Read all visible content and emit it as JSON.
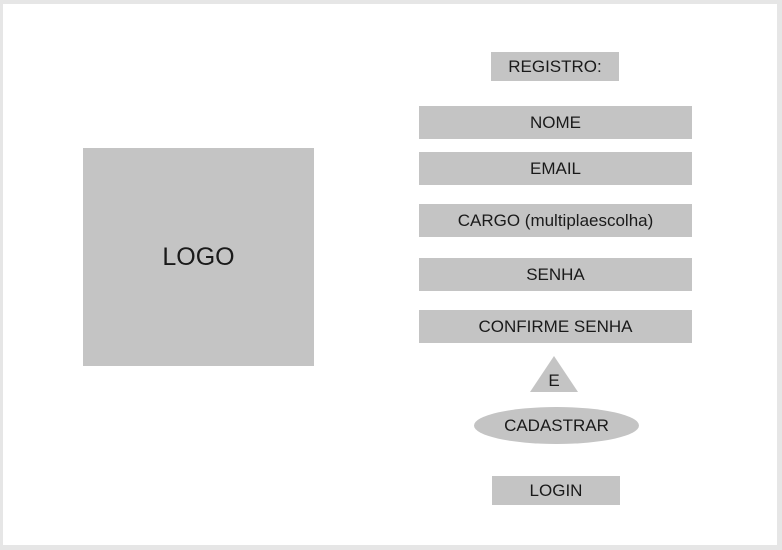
{
  "logo": {
    "label": "LOGO"
  },
  "form": {
    "title": "REGISTRO:",
    "fields": [
      {
        "label": "NOME"
      },
      {
        "label": "EMAIL"
      },
      {
        "label": "CARGO (multiplaescolha)"
      },
      {
        "label": "SENHA"
      },
      {
        "label": "CONFIRME SENHA"
      }
    ],
    "triangle_label": "E",
    "register_button": "CADASTRAR",
    "login_button": "LOGIN"
  },
  "colors": {
    "placeholder_fill": "#c4c4c4",
    "background": "#ffffff",
    "outer_border": "#e6e6e6"
  }
}
